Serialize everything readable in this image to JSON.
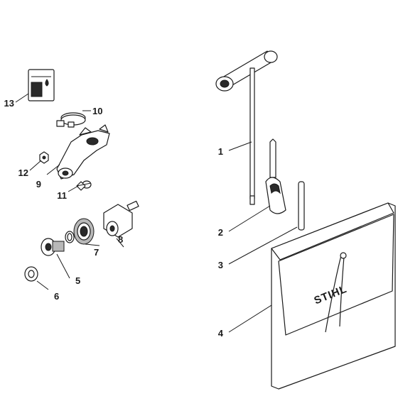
{
  "diagram": {
    "brand_label": "STIHL",
    "callouts": [
      {
        "id": "1",
        "label": "1"
      },
      {
        "id": "2",
        "label": "2"
      },
      {
        "id": "3",
        "label": "3"
      },
      {
        "id": "4",
        "label": "4"
      },
      {
        "id": "5",
        "label": "5"
      },
      {
        "id": "6",
        "label": "6"
      },
      {
        "id": "7",
        "label": "7"
      },
      {
        "id": "8",
        "label": "8"
      },
      {
        "id": "9",
        "label": "9"
      },
      {
        "id": "10",
        "label": "10"
      },
      {
        "id": "11",
        "label": "11"
      },
      {
        "id": "12",
        "label": "12"
      },
      {
        "id": "13",
        "label": "13"
      }
    ]
  }
}
